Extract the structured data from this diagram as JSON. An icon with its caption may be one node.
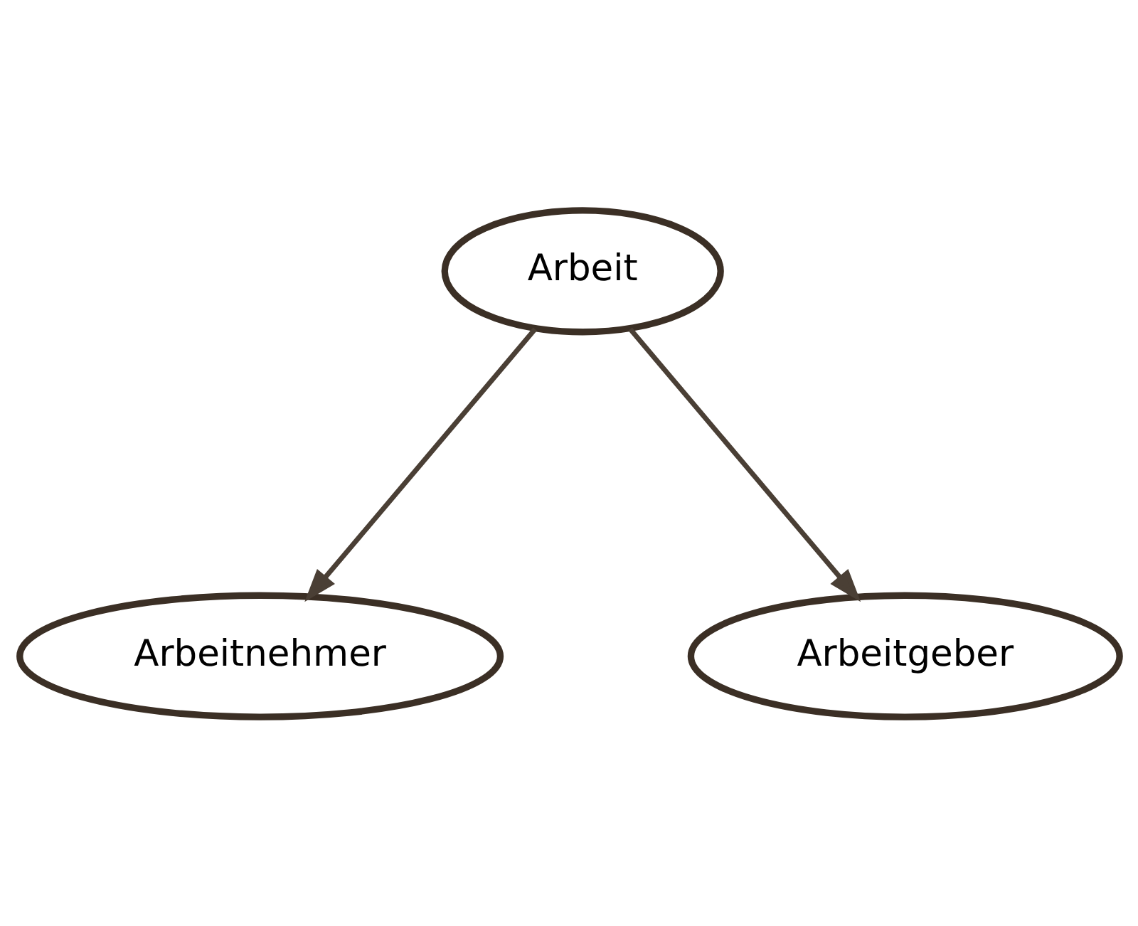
{
  "diagram": {
    "nodes": [
      {
        "text": [
          "Arbeit"
        ]
      },
      {
        "text": [
          "Arbeitnehmer"
        ]
      },
      {
        "text": [
          "Arbeitgeber"
        ]
      }
    ],
    "edges": [
      {
        "from": 0,
        "to": 1,
        "arrow": "to"
      },
      {
        "from": 0,
        "to": 2,
        "arrow": "to"
      }
    ]
  }
}
